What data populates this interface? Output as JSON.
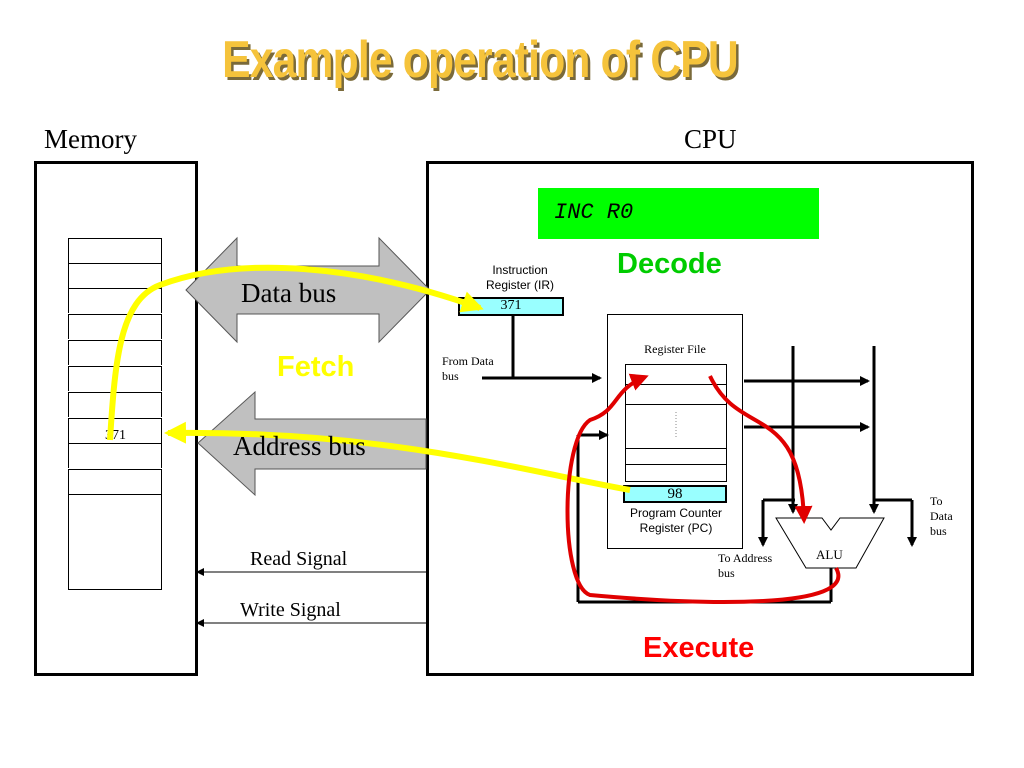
{
  "title": "Example operation of CPU",
  "labels": {
    "memory": "Memory",
    "cpu": "CPU"
  },
  "memory": {
    "cell_value": "371"
  },
  "buses": {
    "data_bus": "Data bus",
    "address_bus": "Address bus"
  },
  "signals": {
    "read": "Read Signal",
    "write": "Write Signal"
  },
  "cpu": {
    "instruction": "INC R0",
    "ir_label_line1": "Instruction",
    "ir_label_line2": "Register (IR)",
    "ir_value": "371",
    "register_file": "Register File",
    "from_data_bus_line1": "From Data",
    "from_data_bus_line2": "bus",
    "pc_value": "98",
    "pc_label_line1": "Program Counter",
    "pc_label_line2": "Register (PC)",
    "alu": "ALU",
    "to_address_bus_line1": "To Address",
    "to_address_bus_line2": "bus",
    "to_data_bus_line1": "To",
    "to_data_bus_line2": "Data",
    "to_data_bus_line3": "bus"
  },
  "stages": {
    "fetch": "Fetch",
    "decode": "Decode",
    "execute": "Execute"
  },
  "colors": {
    "title": "#f5c33b",
    "fetch": "#ffff00",
    "decode": "#00cc00",
    "execute": "#ff0000",
    "instruction_bg": "#00ff00",
    "register_bg": "#99ffff",
    "bus_arrow": "#c0c0c0",
    "fetch_arrow": "#ffff00",
    "execute_arrow": "#e00000"
  }
}
